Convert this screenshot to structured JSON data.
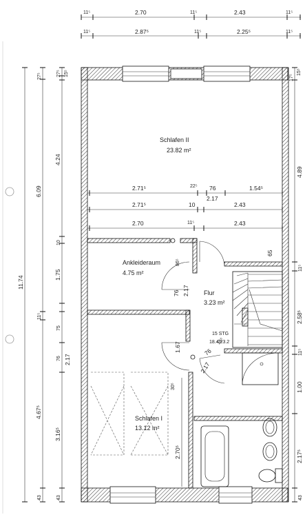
{
  "rooms": {
    "schlafen2": {
      "name": "Schlafen II",
      "area": "23.82 m²"
    },
    "ankleide": {
      "name": "Ankleideraum",
      "area": "4.75 m²"
    },
    "flur": {
      "name": "Flur",
      "area": "3.23 m²"
    },
    "schlafen1": {
      "name": "Schlafen I",
      "area": "13.12 m²"
    }
  },
  "stair": {
    "count": "15 STG",
    "ratio": "18.4/23.2"
  },
  "dims_top": {
    "row1": [
      "11⁵",
      "2.70",
      "11⁵",
      "2.43",
      "11⁵"
    ],
    "row2": [
      "11⁵",
      "2.87⁵",
      "11⁵",
      "2.25⁵",
      "11⁵"
    ]
  },
  "dims_mid": {
    "row1": [
      "2.71⁵",
      "22⁵",
      "76",
      "1.54⁵",
      "2.17"
    ],
    "row2": [
      "2.71⁵",
      "10",
      "2.43"
    ],
    "row3": [
      "2.70",
      "11⁵",
      "2.43"
    ]
  },
  "dims_left": {
    "total": "11.74",
    "outer": [
      "27⁵",
      "6.09",
      "11⁵",
      "4.67⁵",
      "43"
    ],
    "inner": [
      "27⁵",
      "15⁵",
      "4.24",
      "10",
      "1.75",
      "75",
      "76",
      "2.17",
      "3.16⁵",
      "43"
    ]
  },
  "dims_right": {
    "labels": [
      "17⁵",
      "15⁵",
      "4.89",
      "11⁵",
      "2.58⁵",
      "11⁵",
      "1.00",
      "2.17⁵",
      "43"
    ]
  },
  "dims_inner": {
    "ankleide_door": "86⁵",
    "door_76a": "76",
    "door_217a": "2.17",
    "width_167": "1.67",
    "flur_65": "65",
    "door_76b": "76",
    "door_115b": "11⁵",
    "door_217b": "2.17",
    "s1_30": "30⁵",
    "s1_270": "2.70⁵"
  }
}
